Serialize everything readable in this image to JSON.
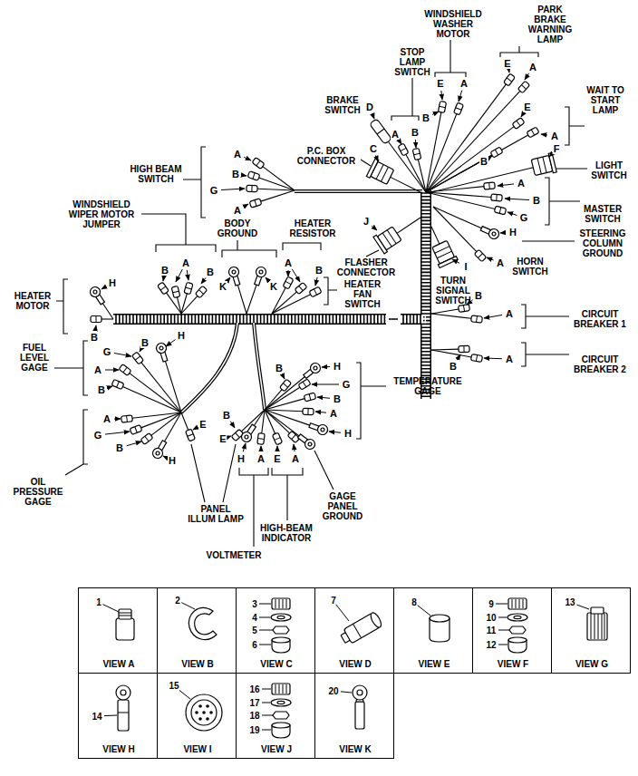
{
  "diagram": {
    "nodes": [
      {
        "text": [
          "1",
          "VIEW A"
        ]
      },
      {
        "text": [
          "2",
          "VIEW B"
        ]
      },
      {
        "text": [
          "3",
          "4",
          "5",
          "6",
          "VIEW C"
        ]
      },
      {
        "text": [
          "7",
          "VIEW D"
        ]
      },
      {
        "text": [
          "8",
          "VIEW E"
        ]
      },
      {
        "text": [
          "9",
          "10",
          "11",
          "12",
          "VIEW F"
        ]
      },
      {
        "text": [
          "13",
          "VIEW G"
        ]
      },
      {
        "text": [
          "14",
          "VIEW H"
        ]
      },
      {
        "text": [
          "15",
          "VIEW I"
        ]
      },
      {
        "text": [
          "16",
          "17",
          "18",
          "19",
          "VIEW J"
        ]
      },
      {
        "text": [
          "20",
          "VIEW K"
        ]
      }
    ],
    "labels": [
      "WINDSHIELD WASHER MOTOR",
      "PARK BRAKE WARNING LAMP",
      "STOP LAMP SWITCH",
      "E",
      "A",
      "E",
      "A",
      "WAIT TO START LAMP",
      "BRAKE SWITCH",
      "D",
      "E",
      "B",
      "A",
      "A",
      "B",
      "P.C. BOX CONNECTOR",
      "C",
      "HIGH BEAM SWITCH",
      "A",
      "B",
      "LIGHT SWITCH",
      "F",
      "B",
      "A",
      "G",
      "WINDSHIELD WIPER MOTOR JUMPER",
      "A",
      "MASTER SWITCH",
      "G",
      "B",
      "J",
      "I",
      "BODY GROUND",
      "HEATER RESISTOR",
      "STEERING COLUMN GROUND",
      "H",
      "A",
      "A",
      "A",
      "FLASHER CONNECTOR",
      "HORN SWITCH",
      "B",
      "B",
      "B",
      "TURN SIGNAL SWITCH",
      "K",
      "K",
      "H",
      "HEATER FAN SWITCH",
      "HEATER MOTOR",
      "B",
      "A",
      "CIRCUIT BREAKER 1",
      "B",
      "H",
      "B",
      "CIRCUIT BREAKER 2",
      "B",
      "A",
      "G",
      "FUEL LEVEL GAGE",
      "B",
      "H",
      "A",
      "TEMPERATURE GAGE",
      "G",
      "B",
      "B",
      "A",
      "B",
      "A",
      "E",
      "H",
      "G",
      "E",
      "B",
      "H",
      "H",
      "A",
      "E",
      "A",
      "OIL PRESSURE GAGE",
      "GAGE PANEL GROUND",
      "PANEL ILLUM LAMP",
      "HIGH-BEAM INDICATOR",
      "VOLTMETER"
    ]
  }
}
